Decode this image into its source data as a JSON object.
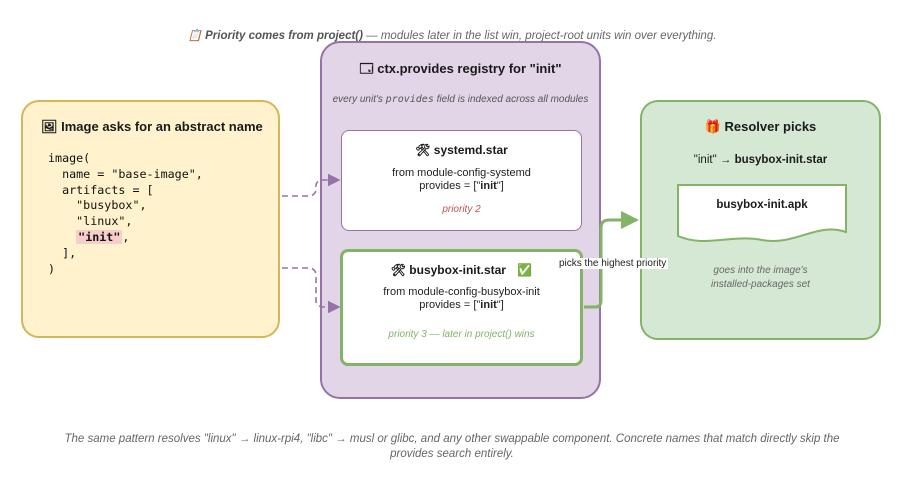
{
  "header_note": {
    "icon": "clipboard-icon",
    "emphasis": "Priority comes from project()",
    "rest": " — modules later in the list win, project-root units win over everything."
  },
  "image_panel": {
    "icon": "framed-picture-icon",
    "title": "Image asks for an abstract name",
    "code_lines": [
      "image(",
      "  name = \"base-image\",",
      "  artifacts = [",
      "    \"busybox\",",
      "    \"linux\","
    ],
    "highlight_line": "\"init\"",
    "highlight_suffix": ",",
    "code_tail": [
      "  ],",
      ")"
    ]
  },
  "registry": {
    "icon": "card-index-icon",
    "title": "ctx.provides registry for \"init\"",
    "subtitle_pre": "every unit's ",
    "subtitle_mono": "provides",
    "subtitle_post": " field is indexed across all modules",
    "units": [
      {
        "icon": "hammer-wrench-icon",
        "name": "systemd.star",
        "from_label": "from",
        "module": "module-config-systemd",
        "provides_pre": "provides = [\"",
        "provides_value": "init",
        "provides_post": "\"]",
        "priority": "priority 2"
      },
      {
        "icon": "hammer-wrench-icon",
        "name": "busybox-init.star",
        "check_icon": "check-mark-button-icon",
        "from_label": "from",
        "module": "module-config-busybox-init",
        "provides_pre": "provides = [\"",
        "provides_value": "init",
        "provides_post": "\"]",
        "priority": "priority 3 — later in project() wins"
      }
    ]
  },
  "edge_label": "picks the highest priority",
  "resolver": {
    "icon": "gift-icon",
    "title": "Resolver picks",
    "map_from": "\"init\"",
    "arrow": "→",
    "map_to": "busybox-init.star",
    "package": "busybox-init.apk",
    "note_line1": "goes into the image's",
    "note_line2": "installed-packages set"
  },
  "footer_note": "The same pattern resolves \"linux\" → linux-rpi4, \"libc\" → musl or glibc, and any other swappable component. Concrete names that match directly skip the provides search entirely.",
  "colors": {
    "yellow_fill": "#fff2cc",
    "yellow_stroke": "#d6b656",
    "purple_fill": "#e1d5e7",
    "purple_stroke": "#9673a6",
    "green_fill": "#d5e8d4",
    "green_stroke": "#82b366",
    "highlight": "#f8cecc",
    "priority_low": "#b85450"
  }
}
